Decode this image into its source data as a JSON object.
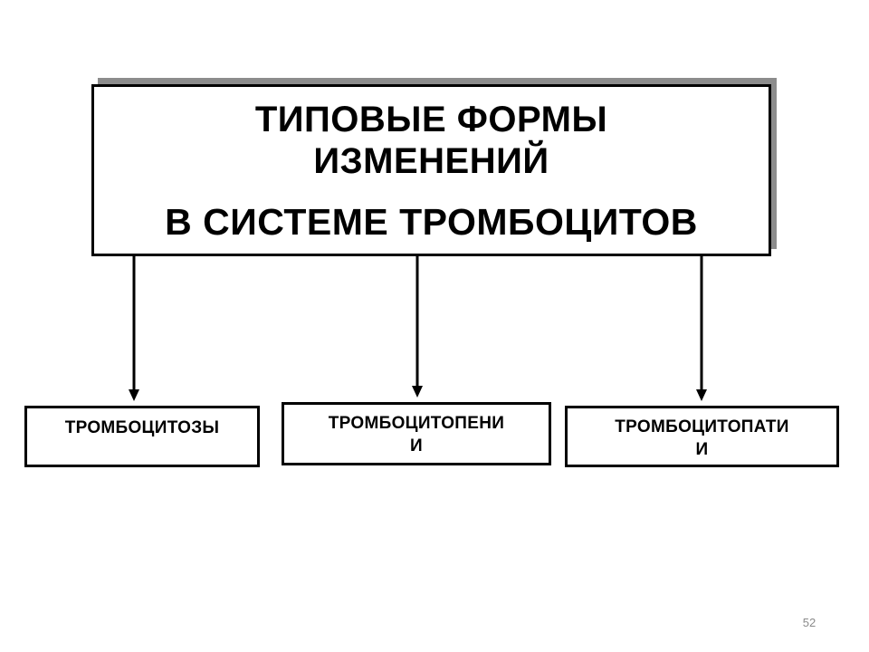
{
  "header": {
    "line1": "ТИПОВЫЕ  ФОРМЫ",
    "line2": "ИЗМЕНЕНИЙ",
    "line3": "В  СИСТЕМЕ  ТРОМБОЦИТОВ"
  },
  "categories": {
    "left": {
      "line1": "ТРОМБОЦИТОЗЫ"
    },
    "middle": {
      "line1": "ТРОМБОЦИТОПЕНИ",
      "line2": "И"
    },
    "right": {
      "line1": "ТРОМБОЦИТОПАТИ",
      "line2": "И"
    }
  },
  "page_number": "52",
  "colors": {
    "shadow": "#8c8c8c",
    "border": "#000000",
    "page_number": "#8a8a8a"
  }
}
